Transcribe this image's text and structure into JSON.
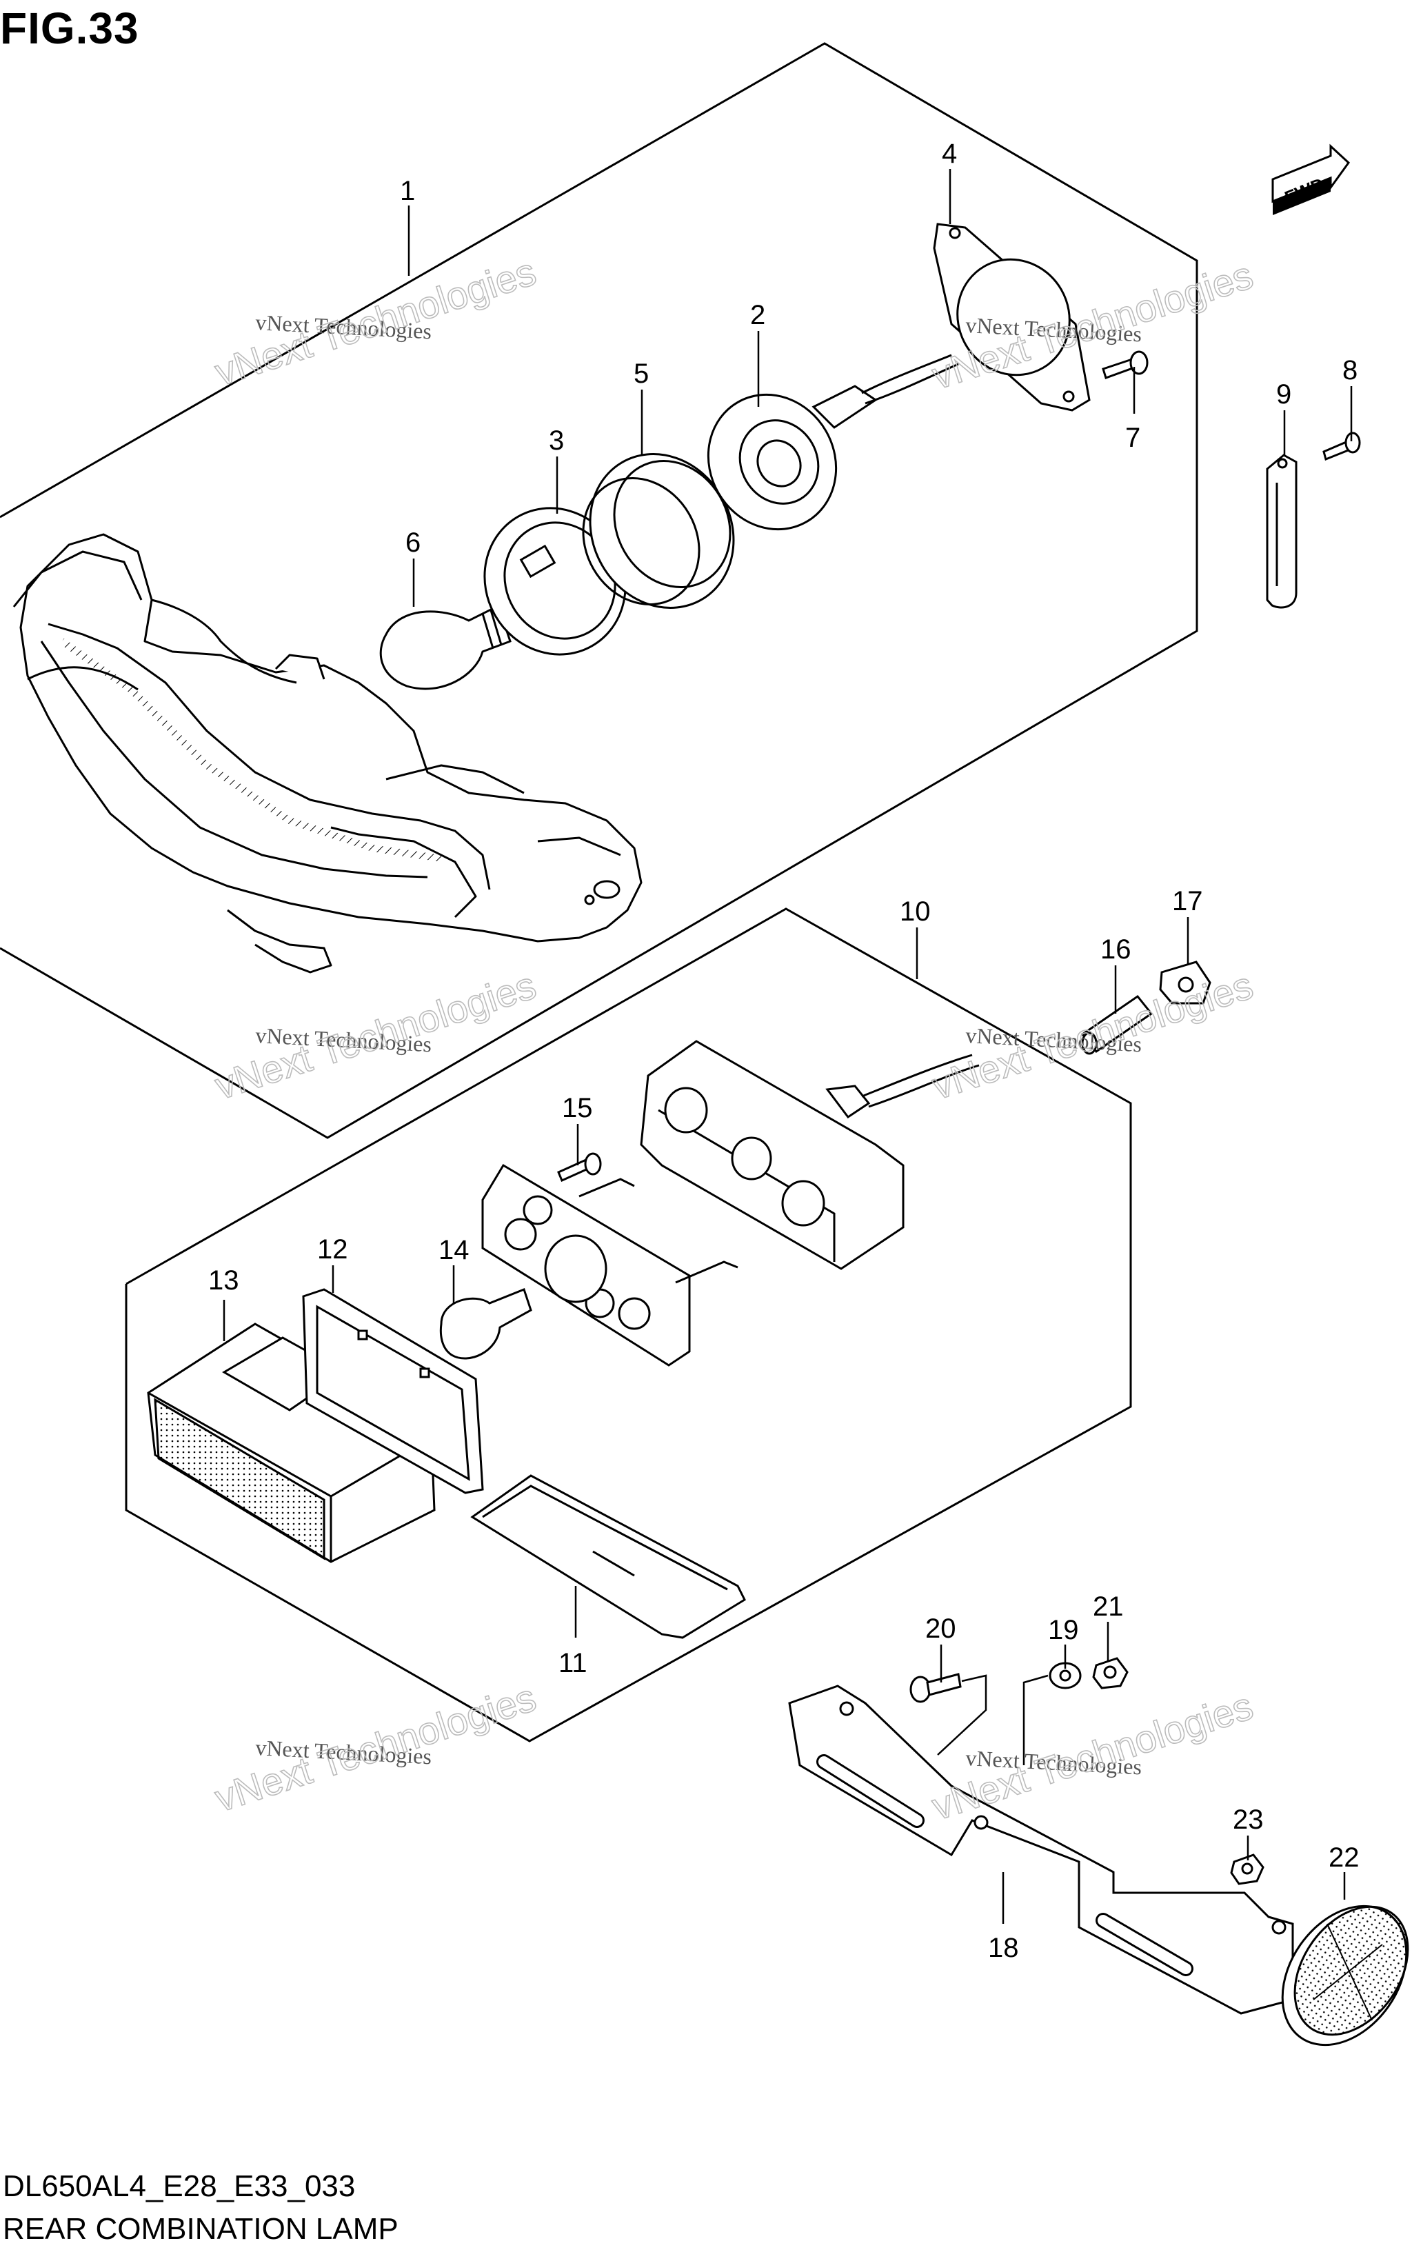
{
  "figure_label": "FIG.33",
  "model_code": "DL650AL4_E28_E33_033",
  "caption": "REAR COMBINATION LAMP",
  "fwd_badge": "FWD",
  "watermark": {
    "line1": "vNext Technologies",
    "line2": "vNext Technologies"
  },
  "callouts": [
    "1",
    "2",
    "3",
    "4",
    "5",
    "6",
    "7",
    "8",
    "9",
    "10",
    "11",
    "12",
    "13",
    "14",
    "15",
    "16",
    "17",
    "18",
    "19",
    "20",
    "21",
    "22",
    "23"
  ]
}
